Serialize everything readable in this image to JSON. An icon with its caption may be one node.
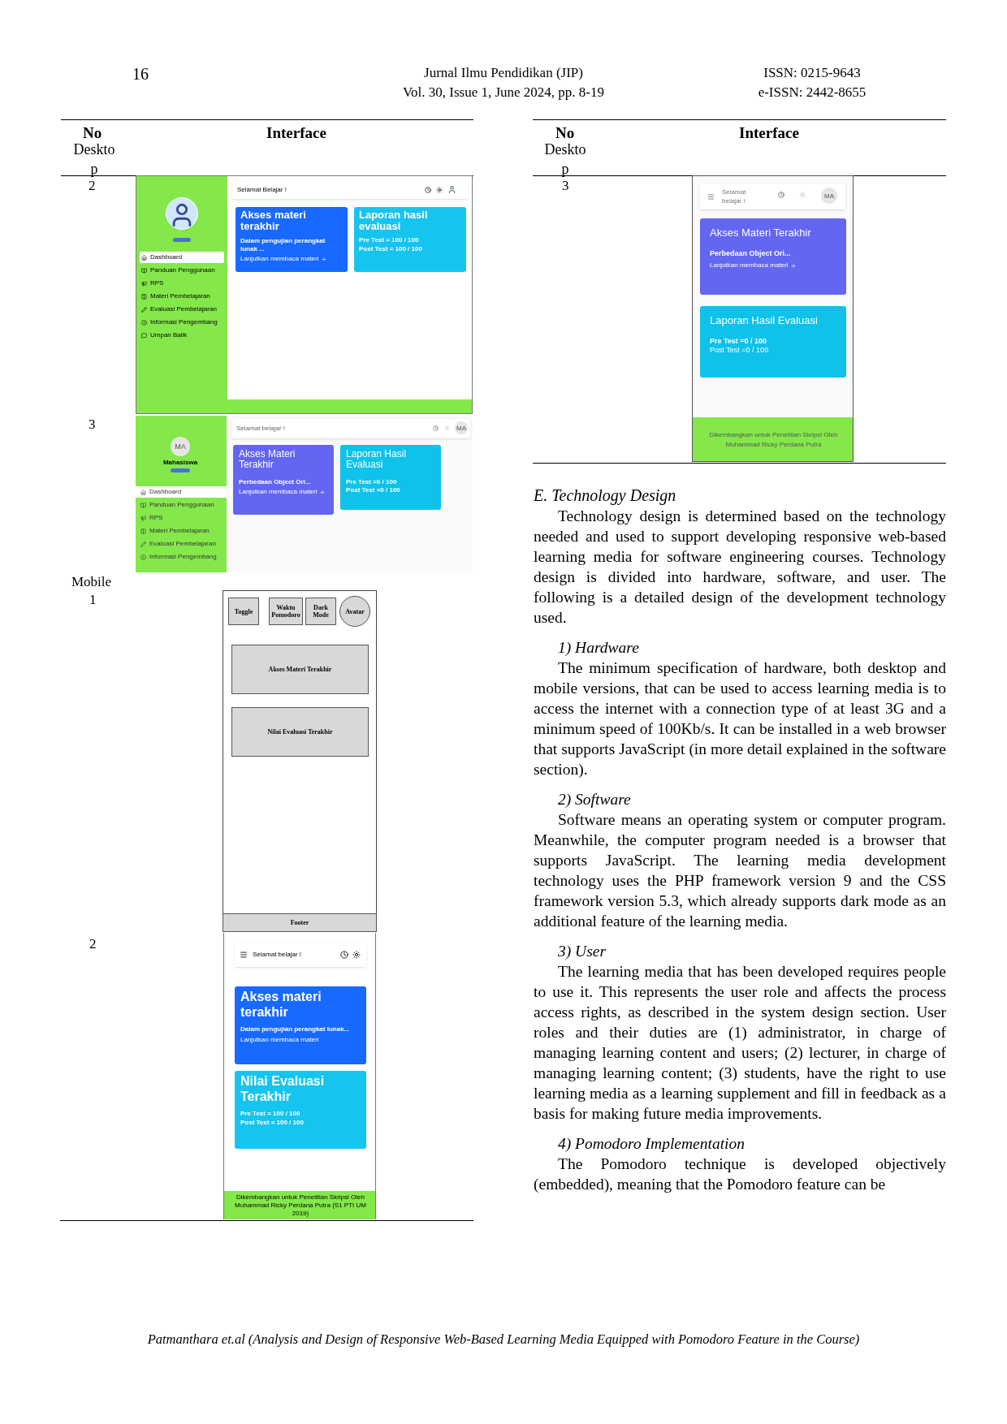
{
  "diagram": {
    "nodes": [
      {
        "text": [
          "Akses materi terakhir",
          "Dalam pengujian perangkat lunak ...",
          "Lanjutkan membaca materi"
        ]
      },
      {
        "text": [
          "Laporan hasil evaluasi",
          "Pre Test = 100 / 100",
          "Post Test = 100 / 100"
        ]
      },
      {
        "text": [
          "Akses Materi Terakhir",
          "Perbedaan Object Ori...",
          "Lanjutkan membaca materi"
        ]
      },
      {
        "text": [
          "Laporan Hasil Evaluasi",
          "Pre Test =0 / 100",
          "Post Test =0 / 100"
        ]
      },
      {
        "text": [
          "Toggle"
        ]
      },
      {
        "text": [
          "Waktu Pomodoro"
        ]
      },
      {
        "text": [
          "Dark Mode"
        ]
      },
      {
        "text": [
          "Avatar"
        ]
      },
      {
        "text": [
          "Akses Materi Terakhir"
        ]
      },
      {
        "text": [
          "Nilai Evaluasi Terakhir"
        ]
      },
      {
        "text": [
          "Footer"
        ]
      },
      {
        "text": [
          "Akses materi terakhir",
          "Dalam pengujian perangkat lunak...",
          "Lanjutkan membaca materi"
        ]
      },
      {
        "text": [
          "Nilai Evaluasi Terakhir",
          "Pre Test = 100 / 100",
          "Post Test = 100 / 100"
        ]
      },
      {
        "text": [
          "Akses Materi Terakhir",
          "Perbedaan Object Ori...",
          "Lanjutkan membaca materi"
        ]
      },
      {
        "text": [
          "Laporan Hasil Evaluasi",
          "Pre Test =0 / 100",
          "Post Test =0 / 100"
        ]
      }
    ],
    "labels": [
      "16",
      "Jurnal Ilmu Pendidikan (JIP)",
      "Vol. 30, Issue 1, June 2024, pp. 8-19",
      "ISSN: 0215-9643",
      "e-ISSN: 2442-8655",
      "No",
      "Interface",
      "Desktop",
      "2",
      "Dashboard",
      "Panduan Penggunaan",
      "RPS",
      "Materi Pembelajaran",
      "Evaluasi Pembelajaran",
      "Informasi Pengembang",
      "Umpan Balik",
      "Selamat Belajar !",
      "3",
      "MA",
      "Mahasiswa",
      "Dashboard",
      "Panduan Penggunaan",
      "RPS",
      "Materi Pembelajaran",
      "Evaluasi Pembelajaran",
      "Informasi Pengembang",
      "Selamat belajar !",
      "MA",
      "Mobile",
      "1",
      "2",
      "Selamat belajar !",
      "Dikembangkan untuk Penelitian Skripsi Oleh Muhammad Ricky Perdana Putra (S1 PTI UM 2019)",
      "No",
      "Interface",
      "Desktop",
      "3",
      "Selamat belajar !",
      "MA",
      "Dikembangkan untuk Penelitian Skripsi Oleh Muhammad Ricky Perdana Putra",
      "E. Technology Design",
      "Technology design is determined based on the technology needed and used to support developing responsive web-based learning media for software engineering courses. Technology design is divided into hardware, software, and user. The following is a detailed design of the development technology used.",
      "1) Hardware",
      "The minimum specification of hardware, both desktop and mobile versions, that can be used to access learning media is to access the internet with a connection type of at least 3G and a minimum speed of 100Kb/s. It can be installed in a web browser that supports JavaScript (in more detail explained in the software section).",
      "2) Software",
      "Software means an operating system or computer program. Meanwhile, the computer program needed is a browser that supports JavaScript. The learning media development technology uses the PHP framework version 9 and the CSS framework version 5.3, which already supports dark mode as an additional feature of the learning media.",
      "3) User",
      "The learning media that has been developed requires people to use it. This represents the user role and affects the process access rights, as described in the system design section. User roles and their duties are (1) administrator, in charge of managing learning content and users; (2) lecturer, in charge of managing learning content; (3) students, have the right to use learning media as a learning supplement and fill in feedback as a basis for making future media improvements.",
      "4) Pomodoro Implementation",
      "The Pomodoro technique is developed objectively (embedded), meaning that the Pomodoro feature can be",
      "Patmanthara et.al (Analysis and Design of Responsive Web-Based Learning Media Equipped with Pomodoro Feature in the Course)"
    ]
  }
}
